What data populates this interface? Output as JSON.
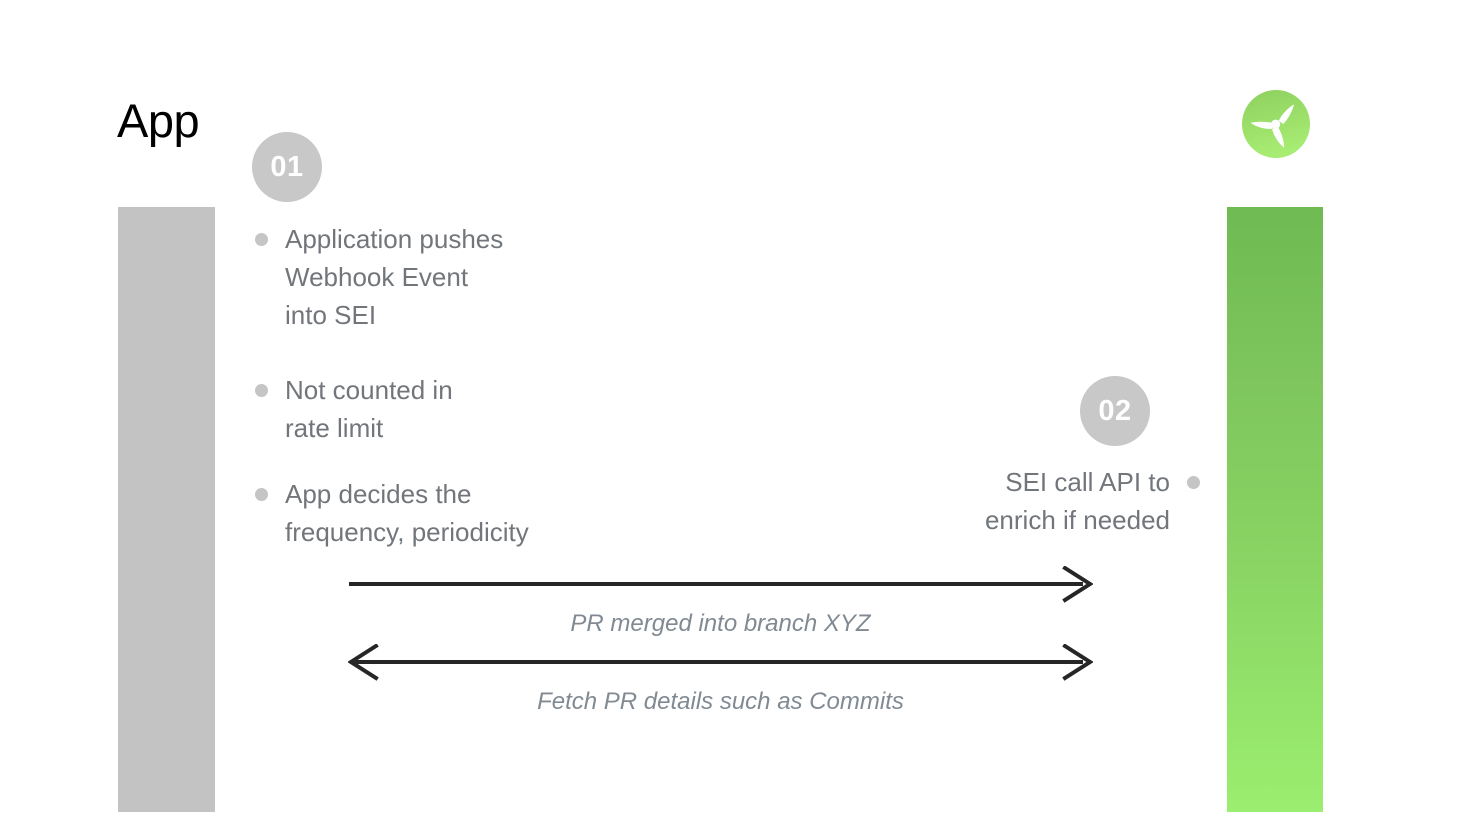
{
  "slide": {
    "title": "App",
    "background_color": "#ffffff"
  },
  "brand": {
    "logo_icon": "propeller-logo-icon",
    "logo_circle_color_top": "#8ed05f",
    "logo_circle_color_bottom": "#a4e86e",
    "logo_blade_color": "#ffffff"
  },
  "lanes": [
    {
      "name": "App",
      "bar_color": "#c3c3c3",
      "side": "left"
    },
    {
      "name": "SEI",
      "bar_color_top": "#6fba52",
      "bar_color_bottom": "#9bee6f",
      "side": "right"
    }
  ],
  "steps": [
    {
      "badge": "01",
      "badge_color": "#c8c8c8",
      "side": "left",
      "bullets": [
        "Application pushes\nWebhook Event\ninto SEI",
        "Not counted in\nrate limit",
        "App decides the\nfrequency, periodicity"
      ]
    },
    {
      "badge": "02",
      "badge_color": "#c8c8c8",
      "side": "right",
      "bullets": [
        "SEI call API to\nenrich if needed"
      ]
    }
  ],
  "messages": [
    {
      "label": "PR merged into branch XYZ",
      "direction": "right",
      "arrowhead_start": false,
      "arrowhead_end": true,
      "line_color": "#262626"
    },
    {
      "label": "Fetch PR details such as Commits",
      "direction": "bidirectional",
      "arrowhead_start": true,
      "arrowhead_end": true,
      "line_color": "#262626"
    }
  ],
  "colors": {
    "text_gray": "#72767b",
    "label_gray": "#818a92",
    "bullet_dot": "#c5c5c5",
    "title_black": "#000000",
    "accent_green": "#8ad564"
  }
}
